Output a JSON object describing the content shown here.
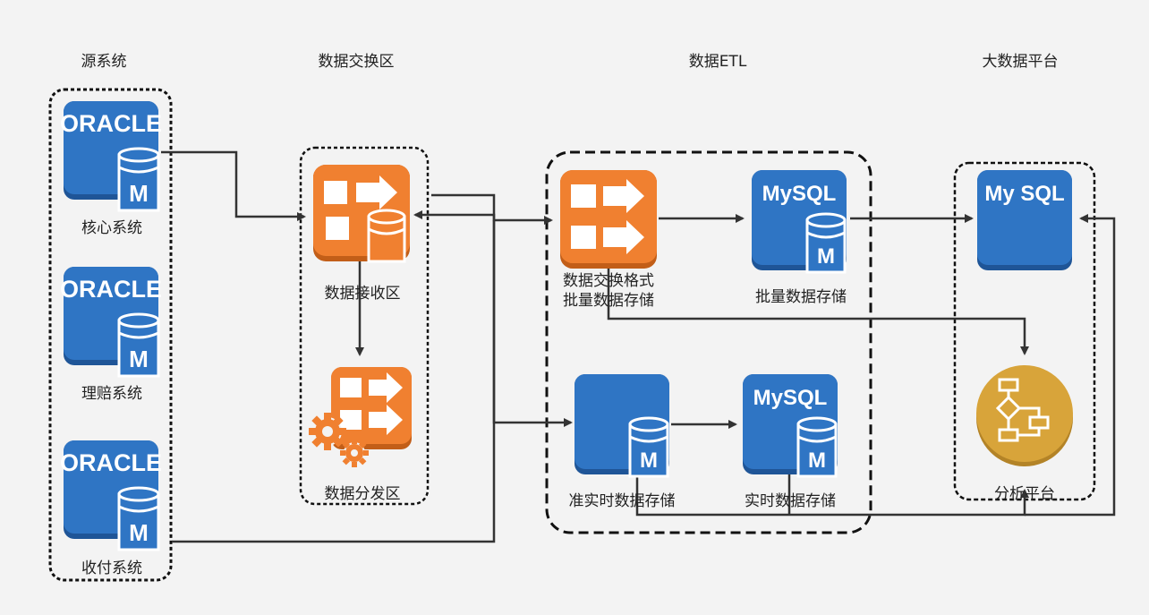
{
  "columns": {
    "source": "源系统",
    "exchange": "数据交换区",
    "etl": "数据ETL",
    "bigdata": "大数据平台"
  },
  "nodes": {
    "core": {
      "logo": "ORACLE",
      "db": "M",
      "label": "核心系统"
    },
    "claims": {
      "logo": "ORACLE",
      "db": "M",
      "label": "理赔系统"
    },
    "payment": {
      "logo": "ORACLE",
      "db": "M",
      "label": "收付系统"
    },
    "receive": {
      "label": "数据接收区"
    },
    "distribute": {
      "label": "数据分发区"
    },
    "format_batch": {
      "label": "数据交换格式\n批量数据存储"
    },
    "batch_mysql": {
      "logo": "MySQL",
      "db": "M",
      "label": "批量数据存储"
    },
    "rt_store": {
      "db": "M",
      "label": "准实时数据存储"
    },
    "rt_mysql": {
      "logo": "MySQL",
      "db": "M",
      "label": "实时数据存储"
    },
    "platform_mysql": {
      "logo": "My SQL"
    },
    "analysis": {
      "label": "分析平台"
    }
  },
  "colors": {
    "blue": "#2f75c4",
    "blue_dark": "#1f5597",
    "orange": "#f08030",
    "orange_dark": "#c25e18",
    "gold": "#d8a43a",
    "gold_dark": "#b38327",
    "line": "#333333",
    "background": "#f3f3f3"
  },
  "icons": [
    "oracle-db-icon",
    "mysql-db-icon",
    "flow-arrow-icon",
    "gear-icon",
    "flowchart-icon",
    "cylinder-icon"
  ]
}
